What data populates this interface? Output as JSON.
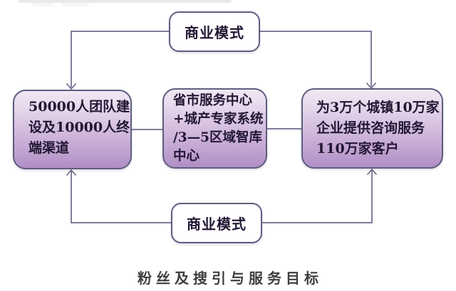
{
  "diagram": {
    "caption": "粉丝及搜引与服务目标",
    "top_box": {
      "label": "商业模式"
    },
    "bottom_box": {
      "label": "商业模式"
    },
    "left_box": {
      "lines": [
        "50000人团队建",
        "设及10000人终",
        "端渠道"
      ],
      "full_text": "50000人团队建设及10000人终端渠道"
    },
    "center_box": {
      "lines": [
        "省市服务中心",
        "+城产专家系统",
        "/3—5区域智库",
        "中心"
      ],
      "full_text": "省市服务中心+城产专家系统/3—5区域智库中心"
    },
    "right_box": {
      "lines": [
        "为3万个城镇10万家",
        "企业提供咨询服务",
        "110万家客户"
      ],
      "full_text": "为3万个城镇10万家企业提供咨询服务110万家客户"
    }
  },
  "colors": {
    "box_border": "#5e5e80",
    "big_box_fill_top": "#f0e8f3",
    "big_box_fill_bottom": "#b08fc5",
    "small_box_fill_top": "#f4edf7",
    "small_box_fill_bottom": "#c2a6d6",
    "connector": "#6a6a8c",
    "box_text": "#221733",
    "caption_text": "#3f3f3f",
    "background": "#ffffff"
  }
}
